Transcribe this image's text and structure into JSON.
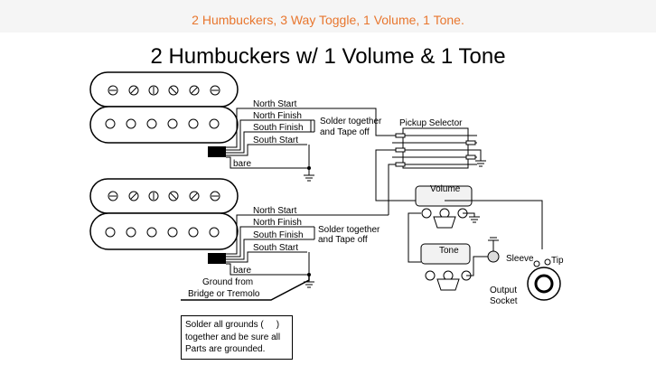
{
  "header": {
    "text": "2 Humbuckers, 3 Way Toggle, 1 Volume, 1 Tone."
  },
  "title": "2 Humbuckers w/ 1 Volume & 1 Tone",
  "pickups": [
    {
      "wires": {
        "north_start": "North Start",
        "north_finish": "North Finish",
        "south_finish": "South Finish",
        "south_start": "South Start",
        "bare": "bare"
      },
      "note": [
        "Solder together",
        "and Tape off"
      ]
    },
    {
      "wires": {
        "north_start": "North Start",
        "north_finish": "North Finish",
        "south_finish": "South Finish",
        "south_start": "South Start",
        "bare": "bare"
      },
      "note": [
        "Solder together",
        "and Tape off"
      ]
    }
  ],
  "selector": {
    "label": "Pickup Selector"
  },
  "volume": {
    "label": "Volume"
  },
  "tone": {
    "label": "Tone"
  },
  "output": {
    "sleeve": "Sleeve",
    "tip": "Tip",
    "label": [
      "Output",
      "Socket"
    ]
  },
  "ground": {
    "label": [
      "Ground from",
      "Bridge or Tremolo"
    ]
  },
  "note_box": {
    "before_symbol": "Solder all grounds (",
    "after_symbol": ")",
    "line2": "together and be sure all",
    "line3": "Parts are grounded."
  },
  "colors": {
    "header_text": "#e8762e",
    "header_bg": "#f5f5f5",
    "line": "#000000",
    "pot_fill": "#f2f2f2"
  }
}
